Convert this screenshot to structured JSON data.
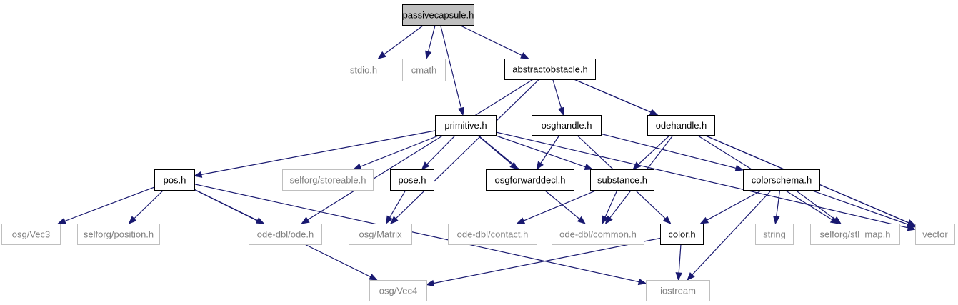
{
  "colors": {
    "edge": "#191970",
    "root_fill": "#bfbfbf",
    "local_border": "#000000",
    "external_border": "#bfbfbf",
    "local_text": "#000000",
    "external_text": "#808080"
  },
  "nodes": [
    {
      "id": "passivecapsule",
      "label": "passivecapsule.h",
      "kind": "root"
    },
    {
      "id": "stdio",
      "label": "stdio.h",
      "kind": "external"
    },
    {
      "id": "cmath",
      "label": "cmath",
      "kind": "external"
    },
    {
      "id": "abstractobstacle",
      "label": "abstractobstacle.h",
      "kind": "local"
    },
    {
      "id": "primitive",
      "label": "primitive.h",
      "kind": "local"
    },
    {
      "id": "osghandle",
      "label": "osghandle.h",
      "kind": "local"
    },
    {
      "id": "odehandle",
      "label": "odehandle.h",
      "kind": "local"
    },
    {
      "id": "pos",
      "label": "pos.h",
      "kind": "local"
    },
    {
      "id": "storeable",
      "label": "selforg/storeable.h",
      "kind": "external"
    },
    {
      "id": "pose",
      "label": "pose.h",
      "kind": "local"
    },
    {
      "id": "osgforwarddecl",
      "label": "osgforwarddecl.h",
      "kind": "local"
    },
    {
      "id": "substance",
      "label": "substance.h",
      "kind": "local"
    },
    {
      "id": "colorschema",
      "label": "colorschema.h",
      "kind": "local"
    },
    {
      "id": "vec3",
      "label": "osg/Vec3",
      "kind": "external"
    },
    {
      "id": "position",
      "label": "selforg/position.h",
      "kind": "external"
    },
    {
      "id": "ode",
      "label": "ode-dbl/ode.h",
      "kind": "external"
    },
    {
      "id": "matrix",
      "label": "osg/Matrix",
      "kind": "external"
    },
    {
      "id": "contact",
      "label": "ode-dbl/contact.h",
      "kind": "external"
    },
    {
      "id": "common",
      "label": "ode-dbl/common.h",
      "kind": "external"
    },
    {
      "id": "color",
      "label": "color.h",
      "kind": "local"
    },
    {
      "id": "string",
      "label": "string",
      "kind": "external"
    },
    {
      "id": "stlmap",
      "label": "selforg/stl_map.h",
      "kind": "external"
    },
    {
      "id": "vector",
      "label": "vector",
      "kind": "external"
    },
    {
      "id": "vec4",
      "label": "osg/Vec4",
      "kind": "external"
    },
    {
      "id": "iostream",
      "label": "iostream",
      "kind": "external"
    }
  ],
  "edges": [
    [
      "passivecapsule",
      "stdio"
    ],
    [
      "passivecapsule",
      "cmath"
    ],
    [
      "passivecapsule",
      "abstractobstacle"
    ],
    [
      "passivecapsule",
      "primitive"
    ],
    [
      "abstractobstacle",
      "osghandle"
    ],
    [
      "abstractobstacle",
      "odehandle"
    ],
    [
      "abstractobstacle",
      "ode"
    ],
    [
      "abstractobstacle",
      "matrix"
    ],
    [
      "abstractobstacle",
      "vector"
    ],
    [
      "primitive",
      "pos"
    ],
    [
      "primitive",
      "storeable"
    ],
    [
      "primitive",
      "pose"
    ],
    [
      "primitive",
      "osgforwarddecl"
    ],
    [
      "primitive",
      "substance"
    ],
    [
      "primitive",
      "common"
    ],
    [
      "primitive",
      "vector"
    ],
    [
      "osghandle",
      "osgforwarddecl"
    ],
    [
      "osghandle",
      "colorschema"
    ],
    [
      "osghandle",
      "color"
    ],
    [
      "odehandle",
      "substance"
    ],
    [
      "odehandle",
      "common"
    ],
    [
      "odehandle",
      "stlmap"
    ],
    [
      "odehandle",
      "vector"
    ],
    [
      "pos",
      "vec3"
    ],
    [
      "pos",
      "position"
    ],
    [
      "pos",
      "ode"
    ],
    [
      "pos",
      "vec4"
    ],
    [
      "pos",
      "iostream"
    ],
    [
      "pose",
      "matrix"
    ],
    [
      "substance",
      "contact"
    ],
    [
      "substance",
      "common"
    ],
    [
      "colorschema",
      "color"
    ],
    [
      "colorschema",
      "string"
    ],
    [
      "colorschema",
      "stlmap"
    ],
    [
      "colorschema",
      "vector"
    ],
    [
      "colorschema",
      "iostream"
    ],
    [
      "color",
      "vec4"
    ],
    [
      "color",
      "iostream"
    ]
  ]
}
